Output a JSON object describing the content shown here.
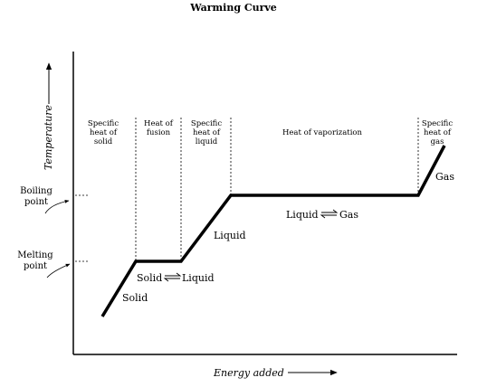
{
  "title": "Warming Curve",
  "xlabel": "Energy added",
  "ylabel": "Temperature",
  "y_markers": {
    "boiling": [
      "Boiling",
      "point"
    ],
    "melting": [
      "Melting",
      "point"
    ]
  },
  "regions": {
    "r1": [
      "Specific",
      "heat of",
      "solid"
    ],
    "r2": [
      "Heat of",
      "fusion"
    ],
    "r3": [
      "Specific",
      "heat of",
      "liquid"
    ],
    "r4": [
      "Heat of vaporization"
    ],
    "r5": [
      "Specific",
      "heat of",
      "gas"
    ]
  },
  "states": {
    "solid": "Solid",
    "liquid": "Liquid",
    "gas": "Gas",
    "solid_liquid_left": "Solid",
    "solid_liquid_right": "Liquid",
    "liquid_gas_left": "Liquid",
    "liquid_gas_right": "Gas"
  },
  "colors": {
    "ink": "#000000",
    "background": "#ffffff"
  },
  "icons": [
    "equilibrium-arrows-icon",
    "curved-pointer-arrow-icon",
    "axis-arrow-icon"
  ]
}
